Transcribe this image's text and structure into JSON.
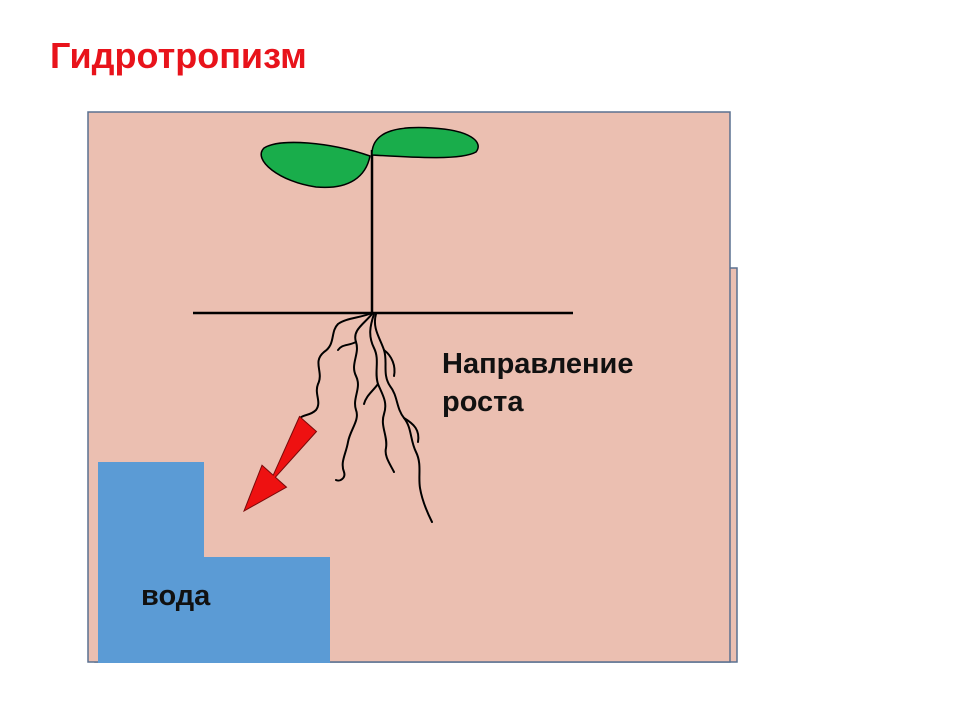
{
  "slide": {
    "title": "Гидротропизм"
  },
  "diagram": {
    "growth_label_line1": "Направление",
    "growth_label_line2": "роста",
    "water_label": "вода"
  },
  "colors": {
    "title": "#e8131b",
    "soil": "#ebbfb1",
    "soil_border": "#5a7090",
    "water": "#5b9bd5",
    "leaf": "#19ad4b",
    "arrow": "#ee1111",
    "line": "#000000"
  },
  "icons": {
    "growth_arrow": "down-left-arrow",
    "seedling": "seedling-with-two-leaves",
    "roots": "branching-roots"
  }
}
